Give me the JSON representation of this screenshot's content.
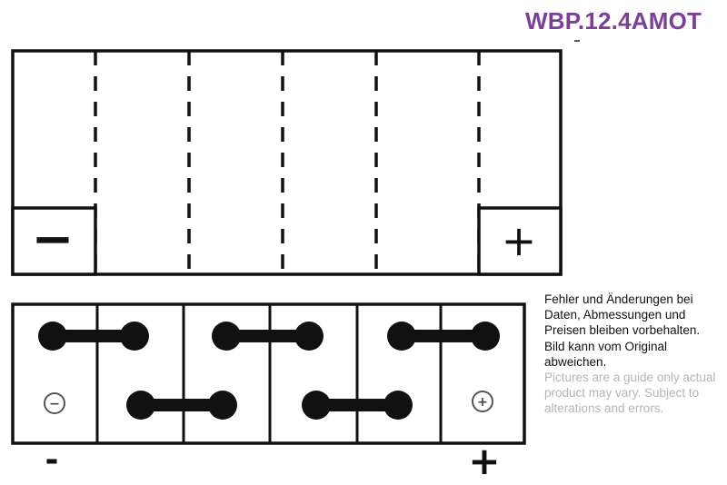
{
  "product": {
    "model": "WBP.12.4AMOT"
  },
  "top_view": {
    "negative_label": "−",
    "positive_label": "+"
  },
  "layout_view": {
    "negative_symbol": "−",
    "positive_symbol": "+",
    "negative_label": "-",
    "positive_label": "+"
  },
  "disclaimer": {
    "de": "Fehler und Änderungen bei Daten, Abmessungen und Preisen bleiben vorbehalten. Bild kann vom Original abweichen.",
    "en": "Pictures are a guide only actual product may vary. Subject to alterations and errors."
  },
  "colors": {
    "model_text": "#7b3f98",
    "line": "#111111",
    "disclaimer_de": "#111111",
    "disclaimer_en": "#b5b5b5"
  }
}
